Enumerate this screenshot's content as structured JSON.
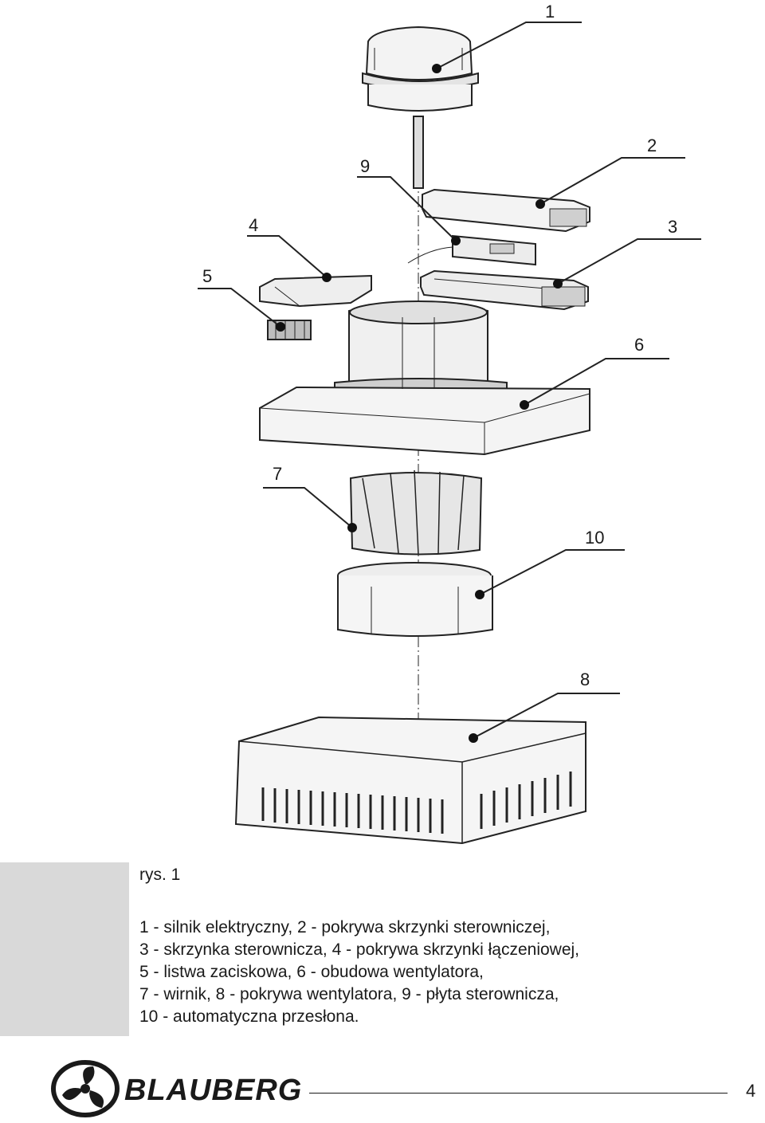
{
  "callouts": {
    "c1": "1",
    "c2": "2",
    "c3": "3",
    "c4": "4",
    "c5": "5",
    "c6": "6",
    "c7": "7",
    "c8": "8",
    "c9": "9",
    "c10": "10"
  },
  "caption": "rys. 1",
  "legend": [
    "1 - silnik elektryczny, 2 - pokrywa skrzynki sterowniczej,",
    "3 - skrzynka sterownicza, 4 - pokrywa skrzynki łączeniowej,",
    "5 - listwa zaciskowa, 6 - obudowa wentylatora,",
    "7 - wirnik, 8 - pokrywa wentylatora, 9 - płyta sterownicza,",
    "10 - automatyczna przesłona."
  ],
  "brand": "BLAUBERG",
  "page_number": "4"
}
